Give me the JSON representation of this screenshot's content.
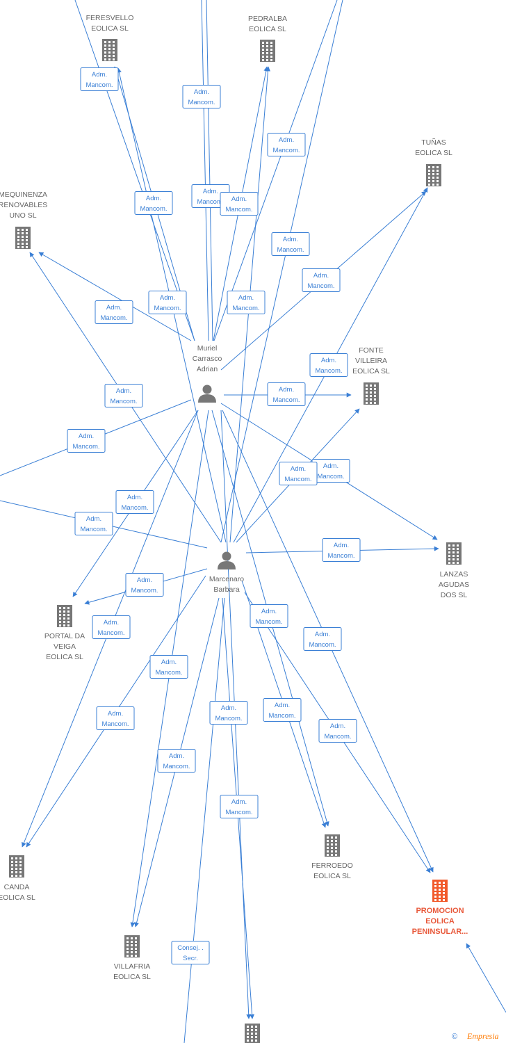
{
  "people": [
    {
      "id": "muriel",
      "name_lines": [
        "Muriel",
        "Carrasco",
        "Adrian"
      ]
    },
    {
      "id": "marcenaro",
      "name_lines": [
        "Marcenaro",
        "Barbara"
      ]
    }
  ],
  "companies": [
    {
      "id": "feresvello",
      "name_lines": [
        "FERESVELLO",
        "EOLICA  SL"
      ],
      "highlight": false
    },
    {
      "id": "pedralba",
      "name_lines": [
        "PEDRALBA",
        "EOLICA  SL"
      ],
      "highlight": false
    },
    {
      "id": "tunas",
      "name_lines": [
        "TUÑAS",
        "EOLICA  SL"
      ],
      "highlight": false
    },
    {
      "id": "mequinenza",
      "name_lines": [
        "MEQUINENZA",
        "RENOVABLES",
        "UNO  SL"
      ],
      "highlight": false
    },
    {
      "id": "fonte",
      "name_lines": [
        "FONTE",
        "VILLEIRA",
        "EOLICA  SL"
      ],
      "highlight": false
    },
    {
      "id": "lanzas",
      "name_lines": [
        "LANZAS",
        "AGUDAS",
        "DOS  SL"
      ],
      "highlight": false
    },
    {
      "id": "portal",
      "name_lines": [
        "PORTAL DA",
        "VEIGA",
        "EOLICA  SL"
      ],
      "highlight": false
    },
    {
      "id": "canda",
      "name_lines": [
        "CANDA",
        "EOLICA  SL"
      ],
      "highlight": false
    },
    {
      "id": "ferroedo",
      "name_lines": [
        "FERROEDO",
        "EOLICA  SL"
      ],
      "highlight": false
    },
    {
      "id": "promocion",
      "name_lines": [
        "PROMOCION",
        "EOLICA",
        "PENINSULAR..."
      ],
      "highlight": true
    },
    {
      "id": "villafria",
      "name_lines": [
        "VILLAFRIA",
        "EOLICA  SL"
      ],
      "highlight": false
    },
    {
      "id": "bottom",
      "name_lines": [],
      "highlight": false
    }
  ],
  "relation_labels": {
    "adm": [
      "Adm.",
      "Mancom."
    ],
    "consej": [
      "Consej. .",
      "Secr."
    ]
  },
  "colors": {
    "edge": "#3a7fd5",
    "node_gray": "#777777",
    "highlight": "#f15a2b",
    "brand": "#ff7a00"
  },
  "footer": {
    "copyright_symbol": "©",
    "brand": "Empresia"
  }
}
